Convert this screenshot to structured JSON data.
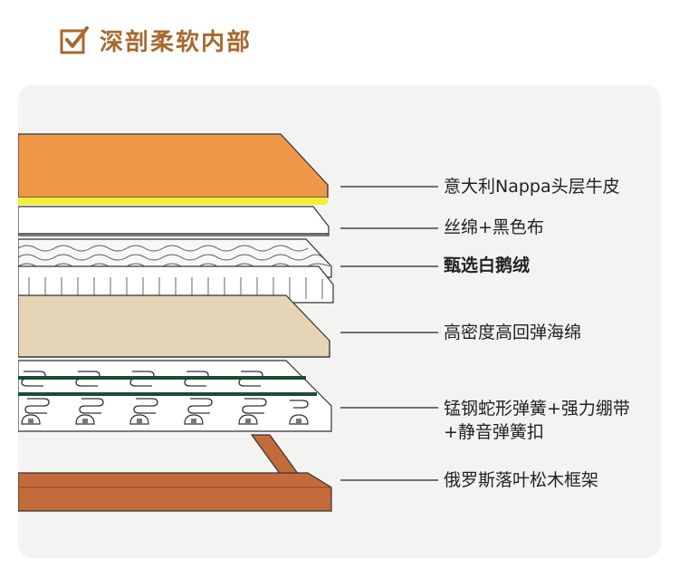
{
  "header": {
    "title": "深剖柔软内部"
  },
  "layers": [
    {
      "name": "nappa-leather",
      "label": "意大利Nappa头层牛皮",
      "color": "#f0984a"
    },
    {
      "name": "silk-cotton",
      "label": "丝绵+黑色布",
      "color": "#ffffff"
    },
    {
      "name": "goose-down",
      "label": "甄选白鹅绒",
      "color": "#ffffff",
      "bold": true
    },
    {
      "name": "foam",
      "label": "高密度高回弹海绵",
      "color": "#e6d4b6"
    },
    {
      "name": "springs",
      "label_line1": "锰钢蛇形弹簧+强力绷带",
      "label_line2": "+静音弹簧扣",
      "color": "#ffffff"
    },
    {
      "name": "frame",
      "label": "俄罗斯落叶松木框架",
      "color": "#c46b3c"
    }
  ],
  "colors": {
    "accent": "#a8692e",
    "panel": "#f3f3f2",
    "leather_edge": "#f2ee33",
    "strap": "#1d4a30"
  }
}
